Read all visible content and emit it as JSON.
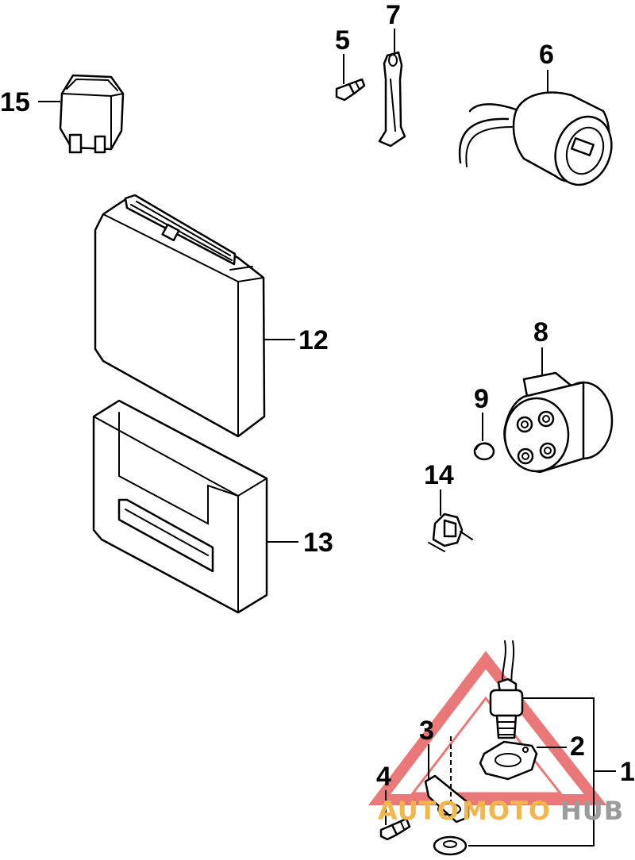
{
  "callouts": {
    "c1": "1",
    "c2": "2",
    "c3": "3",
    "c4": "4",
    "c5": "5",
    "c6": "6",
    "c7": "7",
    "c8": "8",
    "c9": "9",
    "c12": "12",
    "c13": "13",
    "c14": "14",
    "c15": "15"
  },
  "watermark": {
    "part1": "AUTO",
    "part2": "MOTO",
    "part3": "HUB",
    "color_orange": "#f2b74a",
    "color_gray": "#9b9b9b",
    "color_red": "#e86a6a"
  }
}
